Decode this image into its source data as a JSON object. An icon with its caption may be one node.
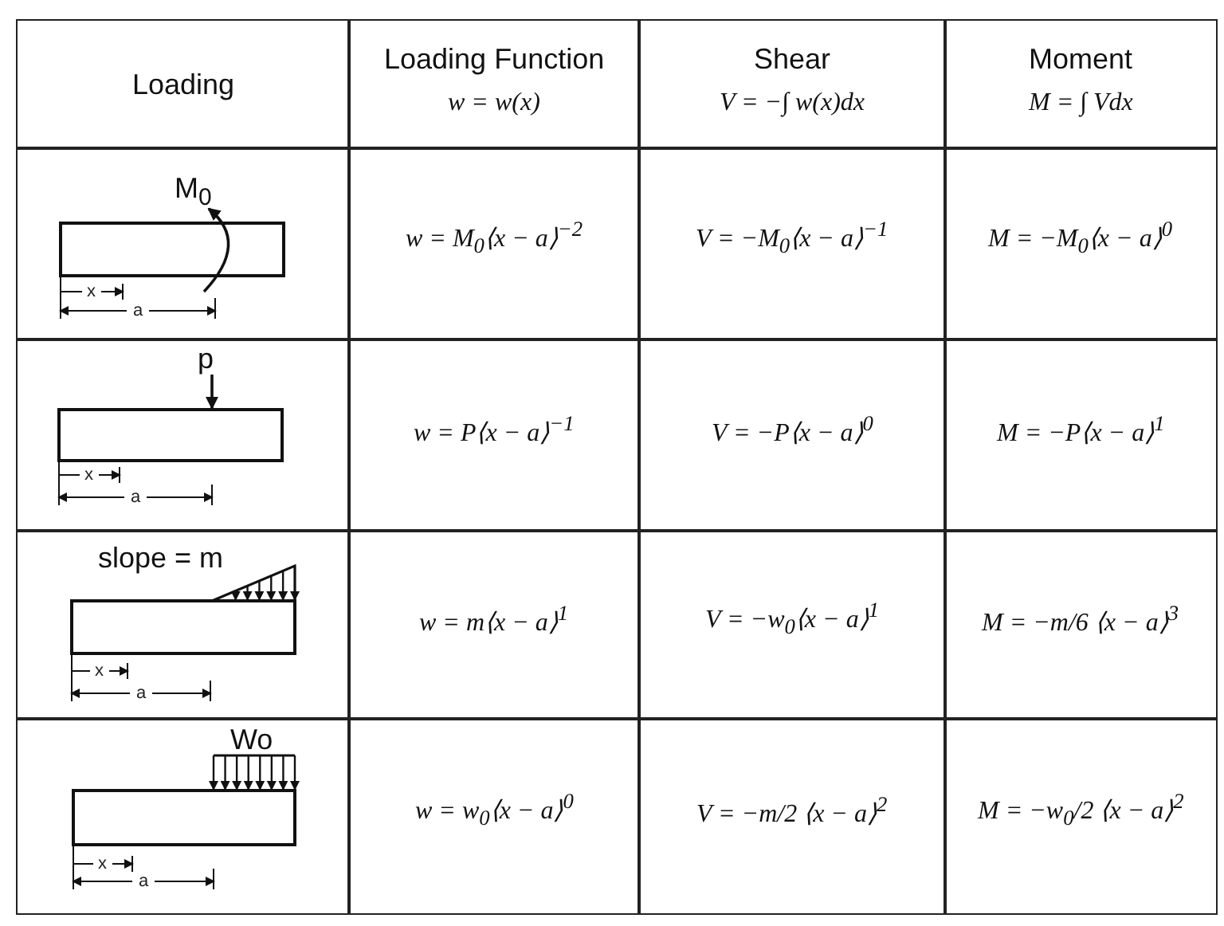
{
  "diagram": {
    "labels": [
      "Loading",
      "Loading Function",
      "w = w(x)",
      "Shear",
      "V = −∫ w(x)dx",
      "Moment",
      "M = ∫ Vdx",
      "M$_{0}$",
      "x",
      "a",
      "w = M$_{0}$⟨x − a⟩$^{−2}$",
      "V = −M$_{0}$⟨x − a⟩$^{−1}$",
      "M = −M$_{0}$⟨x − a⟩$^{0}$",
      "p",
      "x",
      "a",
      "w = P⟨x − a⟩$^{−1}$",
      "V = −P⟨x − a⟩$^{0}$",
      "M = −P⟨x − a⟩$^{1}$",
      "slope = m",
      "x",
      "a",
      "w = m⟨x − a⟩$^{1}$",
      "V = −w$_{0}$⟨x − a⟩$^{1}$",
      "M = −m/6 ⟨x − a⟩$^{3}$",
      "Wo",
      "x",
      "a",
      "w = w$_{0}$⟨x − a⟩$^{0}$",
      "V = −m/2 ⟨x − a⟩$^{2}$",
      "M = −w$_{0}$/2 ⟨x − a⟩$^{2}$"
    ]
  }
}
